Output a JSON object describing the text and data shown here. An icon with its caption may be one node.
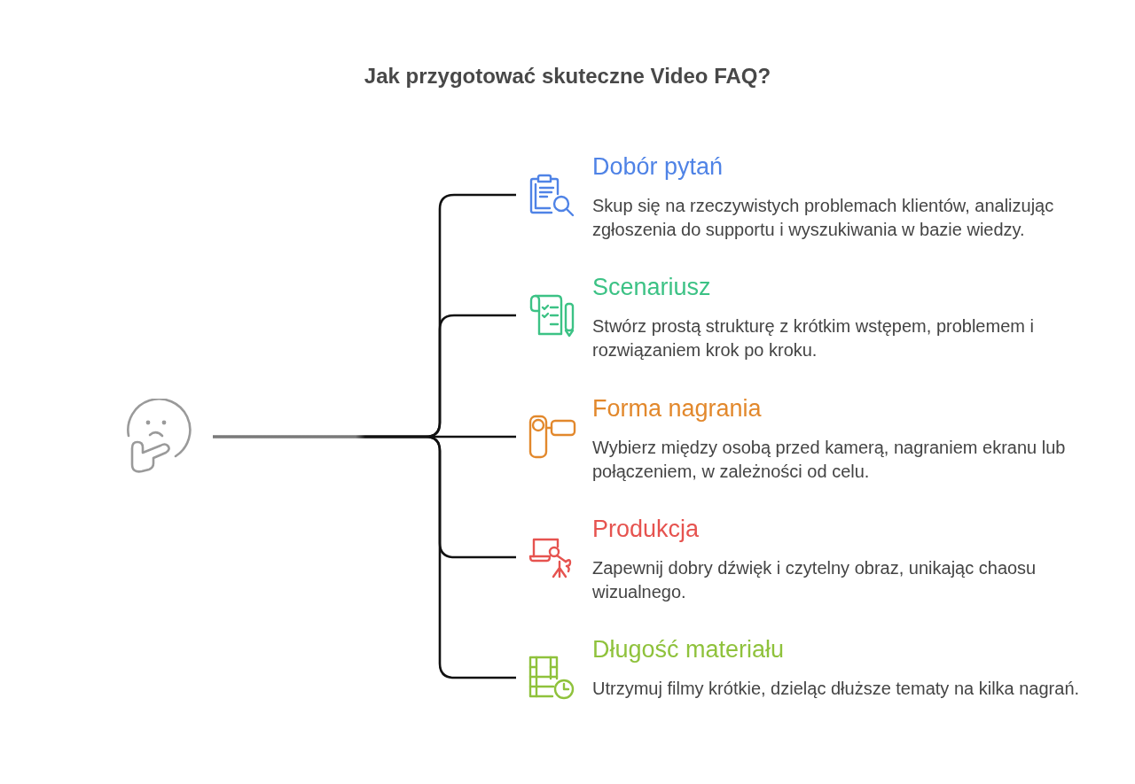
{
  "diagram": {
    "title": "Jak przygotować skuteczne Video FAQ?",
    "nodes": [
      {
        "text": [],
        "shape": "picture"
      },
      {
        "text": [
          "Dobór pytań",
          "Skup się na rzeczywistych problemach klientów, analizując zgłoszenia do supportu i wyszukiwania w bazie wiedzy."
        ]
      },
      {
        "text": [
          "Scenariusz",
          "Stwórz prostą strukturę z krótkim wstępem, problemem i rozwiązaniem krok po kroku."
        ]
      },
      {
        "text": [
          "Forma nagrania",
          "Wybierz między osobą przed kamerą, nagraniem ekranu lub połączeniem, w zależności od celu."
        ]
      },
      {
        "text": [
          "Produkcja",
          "Zapewnij dobry dźwięk i czytelny obraz, unikając chaosu wizualnego."
        ]
      },
      {
        "text": [
          "Długość materiału",
          "Utrzymuj filmy krótkie, dzieląc dłuższe tematy na kilka nagrań."
        ]
      }
    ],
    "edges": [
      {
        "from": 0,
        "to": 1,
        "arrow": "none"
      },
      {
        "from": 0,
        "to": 2,
        "arrow": "none"
      },
      {
        "from": 0,
        "to": 3,
        "arrow": "none"
      },
      {
        "from": 0,
        "to": 4,
        "arrow": "none"
      },
      {
        "from": 0,
        "to": 5,
        "arrow": "none"
      }
    ]
  }
}
